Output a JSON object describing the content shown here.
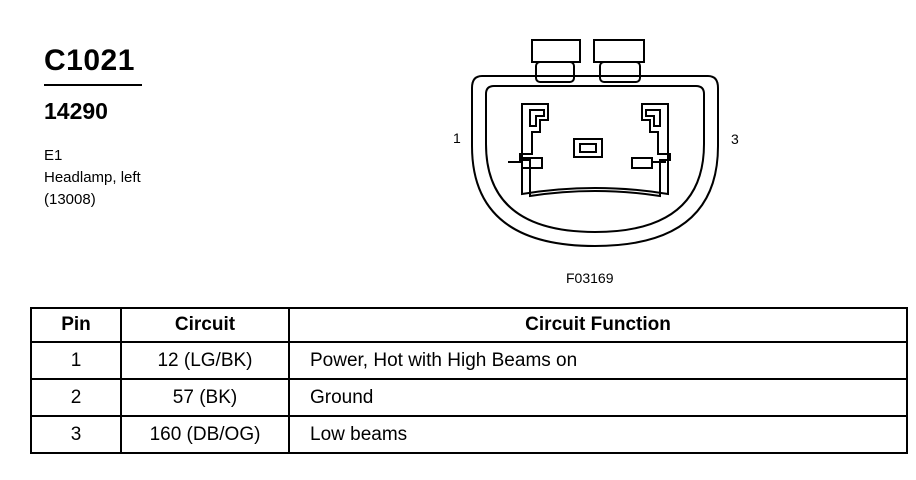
{
  "header": {
    "connector_id": "C1021",
    "part_number": "14290",
    "location_code": "E1",
    "component": "Headlamp, left",
    "component_part": "(13008)"
  },
  "diagram": {
    "pin_label_left": "1",
    "pin_label_right": "3",
    "figure_code": "F03169"
  },
  "table": {
    "columns": [
      "Pin",
      "Circuit",
      "Circuit Function"
    ],
    "rows": [
      {
        "pin": "1",
        "circuit": "12 (LG/BK)",
        "function": "Power, Hot with High Beams on"
      },
      {
        "pin": "2",
        "circuit": "57 (BK)",
        "function": "Ground"
      },
      {
        "pin": "3",
        "circuit": "160 (DB/OG)",
        "function": "Low beams"
      }
    ]
  }
}
